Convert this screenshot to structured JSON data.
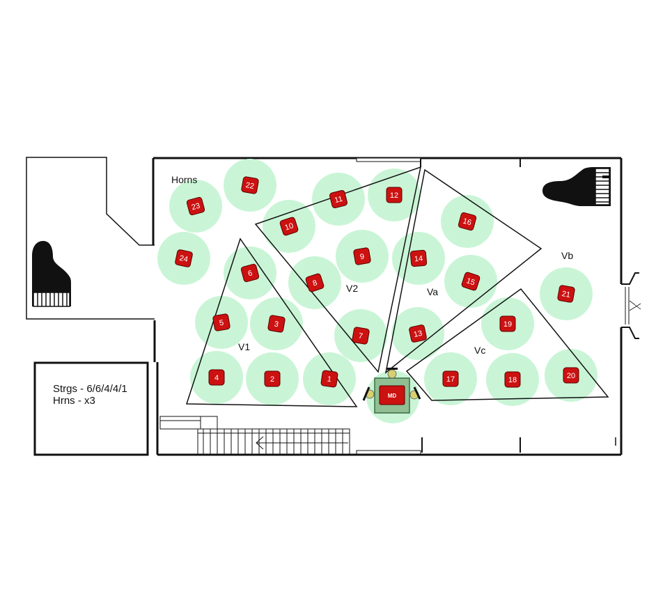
{
  "colors": {
    "seat_zone": "#c9f5d6",
    "seat_fill": "#cc1111",
    "seat_stroke": "#5a0000",
    "md_zone": "#8fbf93",
    "chair": "#d8d070",
    "wall": "#111111"
  },
  "labels": {
    "horns": "Horns",
    "v1": "V1",
    "v2": "V2",
    "va": "Va",
    "vb": "Vb",
    "vc": "Vc",
    "md": "MD"
  },
  "note": {
    "line1": "Strgs - 6/6/4/4/1",
    "line2": "Hrns - x3"
  },
  "icons": [
    "grand-piano-icon",
    "grand-piano-icon"
  ],
  "seats": [
    "1",
    "2",
    "3",
    "4",
    "5",
    "6",
    "7",
    "8",
    "9",
    "10",
    "11",
    "12",
    "13",
    "14",
    "15",
    "16",
    "17",
    "18",
    "19",
    "20",
    "21",
    "22",
    "23",
    "24"
  ]
}
